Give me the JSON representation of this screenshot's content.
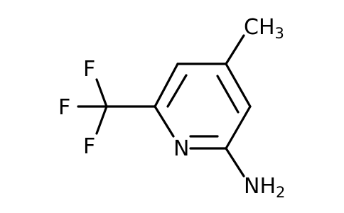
{
  "molecule": {
    "atoms": {
      "ch3": {
        "main": "CH",
        "sub": "3"
      },
      "n_ring": "N",
      "nh2": {
        "main": "NH",
        "sub": "2"
      },
      "f_top": "F",
      "f_mid": "F",
      "f_bottom": "F"
    }
  },
  "colors": {
    "bond": "#000000",
    "text": "#000000",
    "background": "#ffffff"
  }
}
